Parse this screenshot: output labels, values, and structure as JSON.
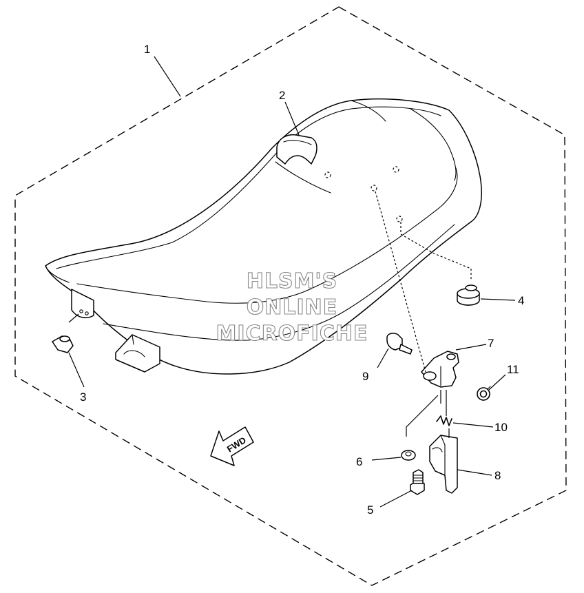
{
  "watermark": {
    "line1": "HLSM'S",
    "line2": "ONLINE",
    "line3": "MICROFICHE"
  },
  "direction_arrow": {
    "label": "FWD"
  },
  "callouts": {
    "c1": "1",
    "c2": "2",
    "c3": "3",
    "c4": "4",
    "c5": "5",
    "c6": "6",
    "c7": "7",
    "c8": "8",
    "c9": "9",
    "c10": "10",
    "c11": "11"
  },
  "colors": {
    "line": "#000000",
    "background": "#ffffff",
    "watermark_outline": "#888888"
  }
}
